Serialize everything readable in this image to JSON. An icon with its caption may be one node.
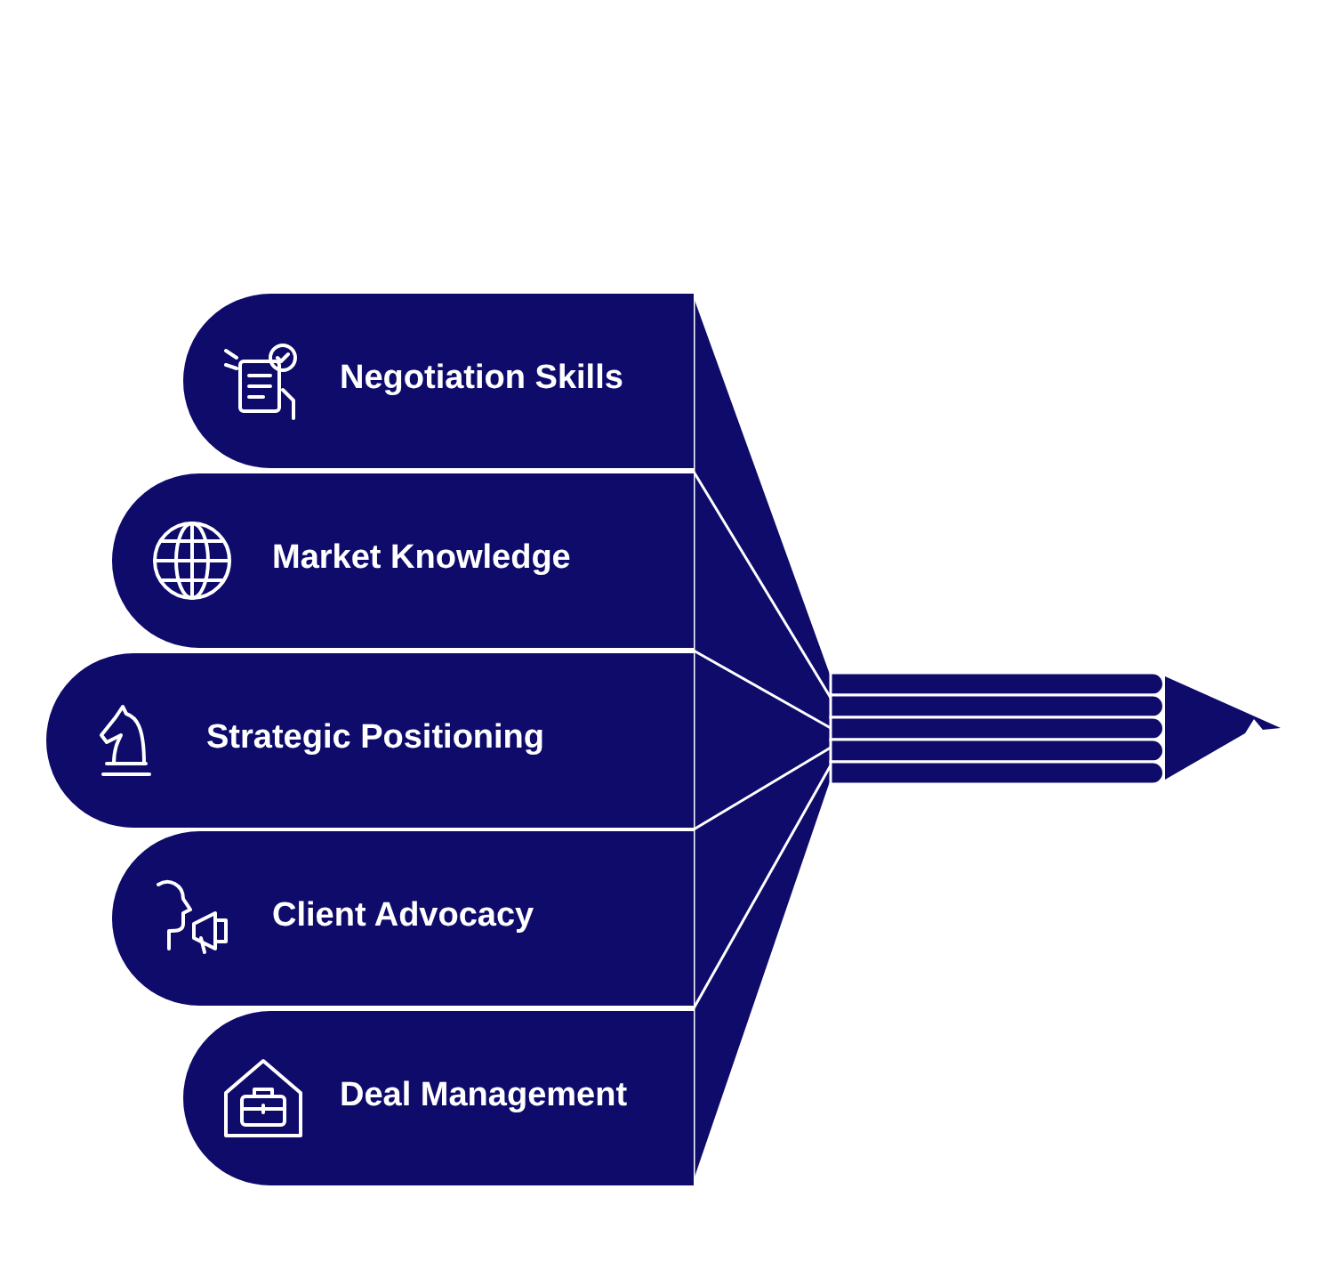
{
  "diagram": {
    "nodes": [
      {
        "text": [
          "Negotiation Skills"
        ]
      },
      {
        "text": [
          "Market Knowledge"
        ]
      },
      {
        "text": [
          "Strategic Positioning"
        ]
      },
      {
        "text": [
          "Client Advocacy"
        ]
      },
      {
        "text": [
          "Deal Management"
        ]
      }
    ]
  }
}
